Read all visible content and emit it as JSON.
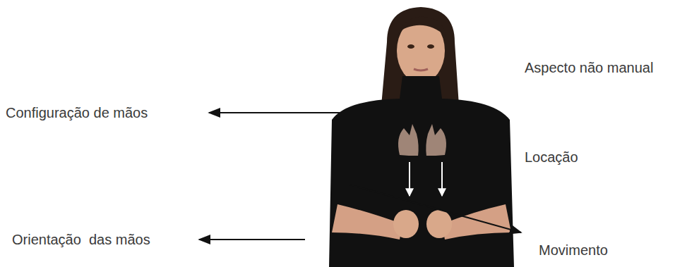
{
  "diagram": {
    "labels": [
      "Aspecto não manual",
      "Configuração de mãos",
      "Locação",
      "Orientação  das mãos",
      "Movimento"
    ]
  }
}
